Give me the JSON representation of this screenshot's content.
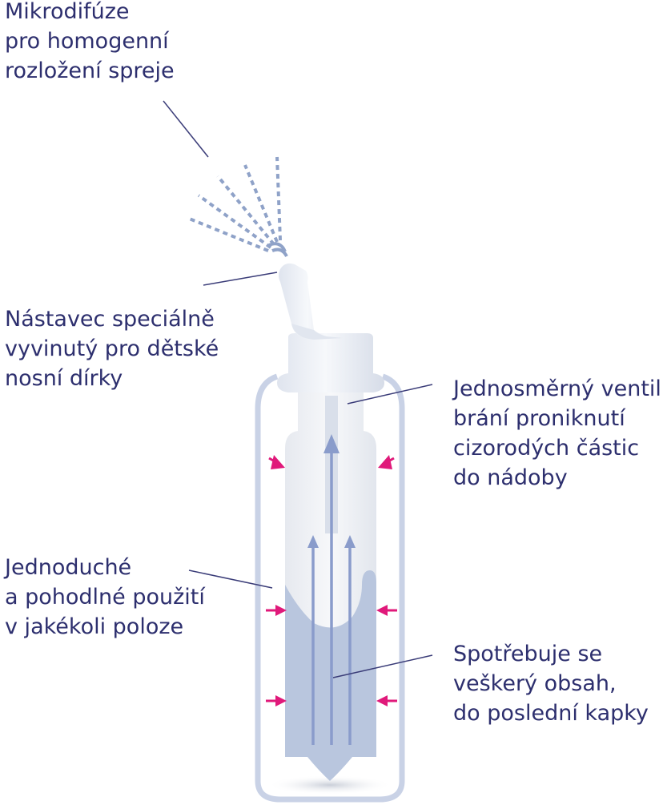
{
  "labels": {
    "microdiffusion": [
      "Mikrodifúze",
      "pro homogenní",
      "rozložení spreje"
    ],
    "nozzle": [
      "Nástavec speciálně",
      "vyvinutý pro dětské",
      "nosní dírky"
    ],
    "valve": [
      "Jednosměrný ventil",
      "brání proniknutí",
      "cizorodých částic",
      "do nádoby"
    ],
    "easy_use": [
      "Jednoduché",
      "a pohodlné použití",
      "v jakékoli poloze"
    ],
    "full_use": [
      "Spotřebuje se",
      "veškerý obsah,",
      "do poslední kapky"
    ]
  },
  "colors": {
    "text": "#2d2f6e",
    "leader_line": "#3a3c78",
    "spray_dash": "#8fa2c8",
    "bottle_outline": "#c9d2e6",
    "liquid": "#b9c6de",
    "arrow": "#8a9ccb",
    "pressure_arrow": "#e0197a",
    "cap": "#e4e9f2"
  }
}
